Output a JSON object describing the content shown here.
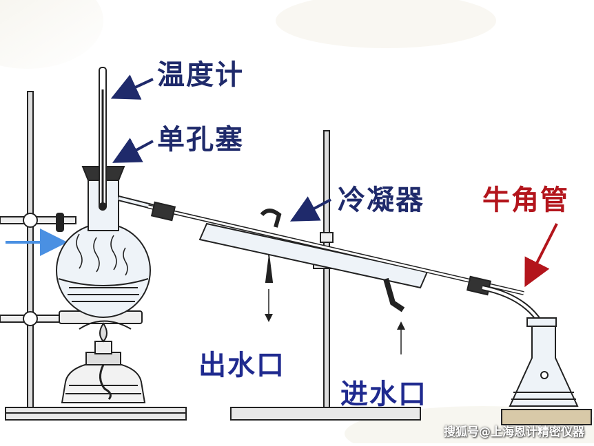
{
  "labels": {
    "thermometer": "温度计",
    "stopper": "单孔塞",
    "condenser": "冷凝器",
    "adapter": "牛角管",
    "water_out": "出水口",
    "water_in": "进水口"
  },
  "watermark": "搜狐号@上海恩计精密仪器",
  "colors": {
    "label_dark": "#1f2a6b",
    "label_blue": "#1f2a8f",
    "label_red": "#b3151c",
    "heat_arrow": "#4a90e2",
    "apparatus_line": "#222222",
    "glass_fill": "#eef3f8"
  }
}
